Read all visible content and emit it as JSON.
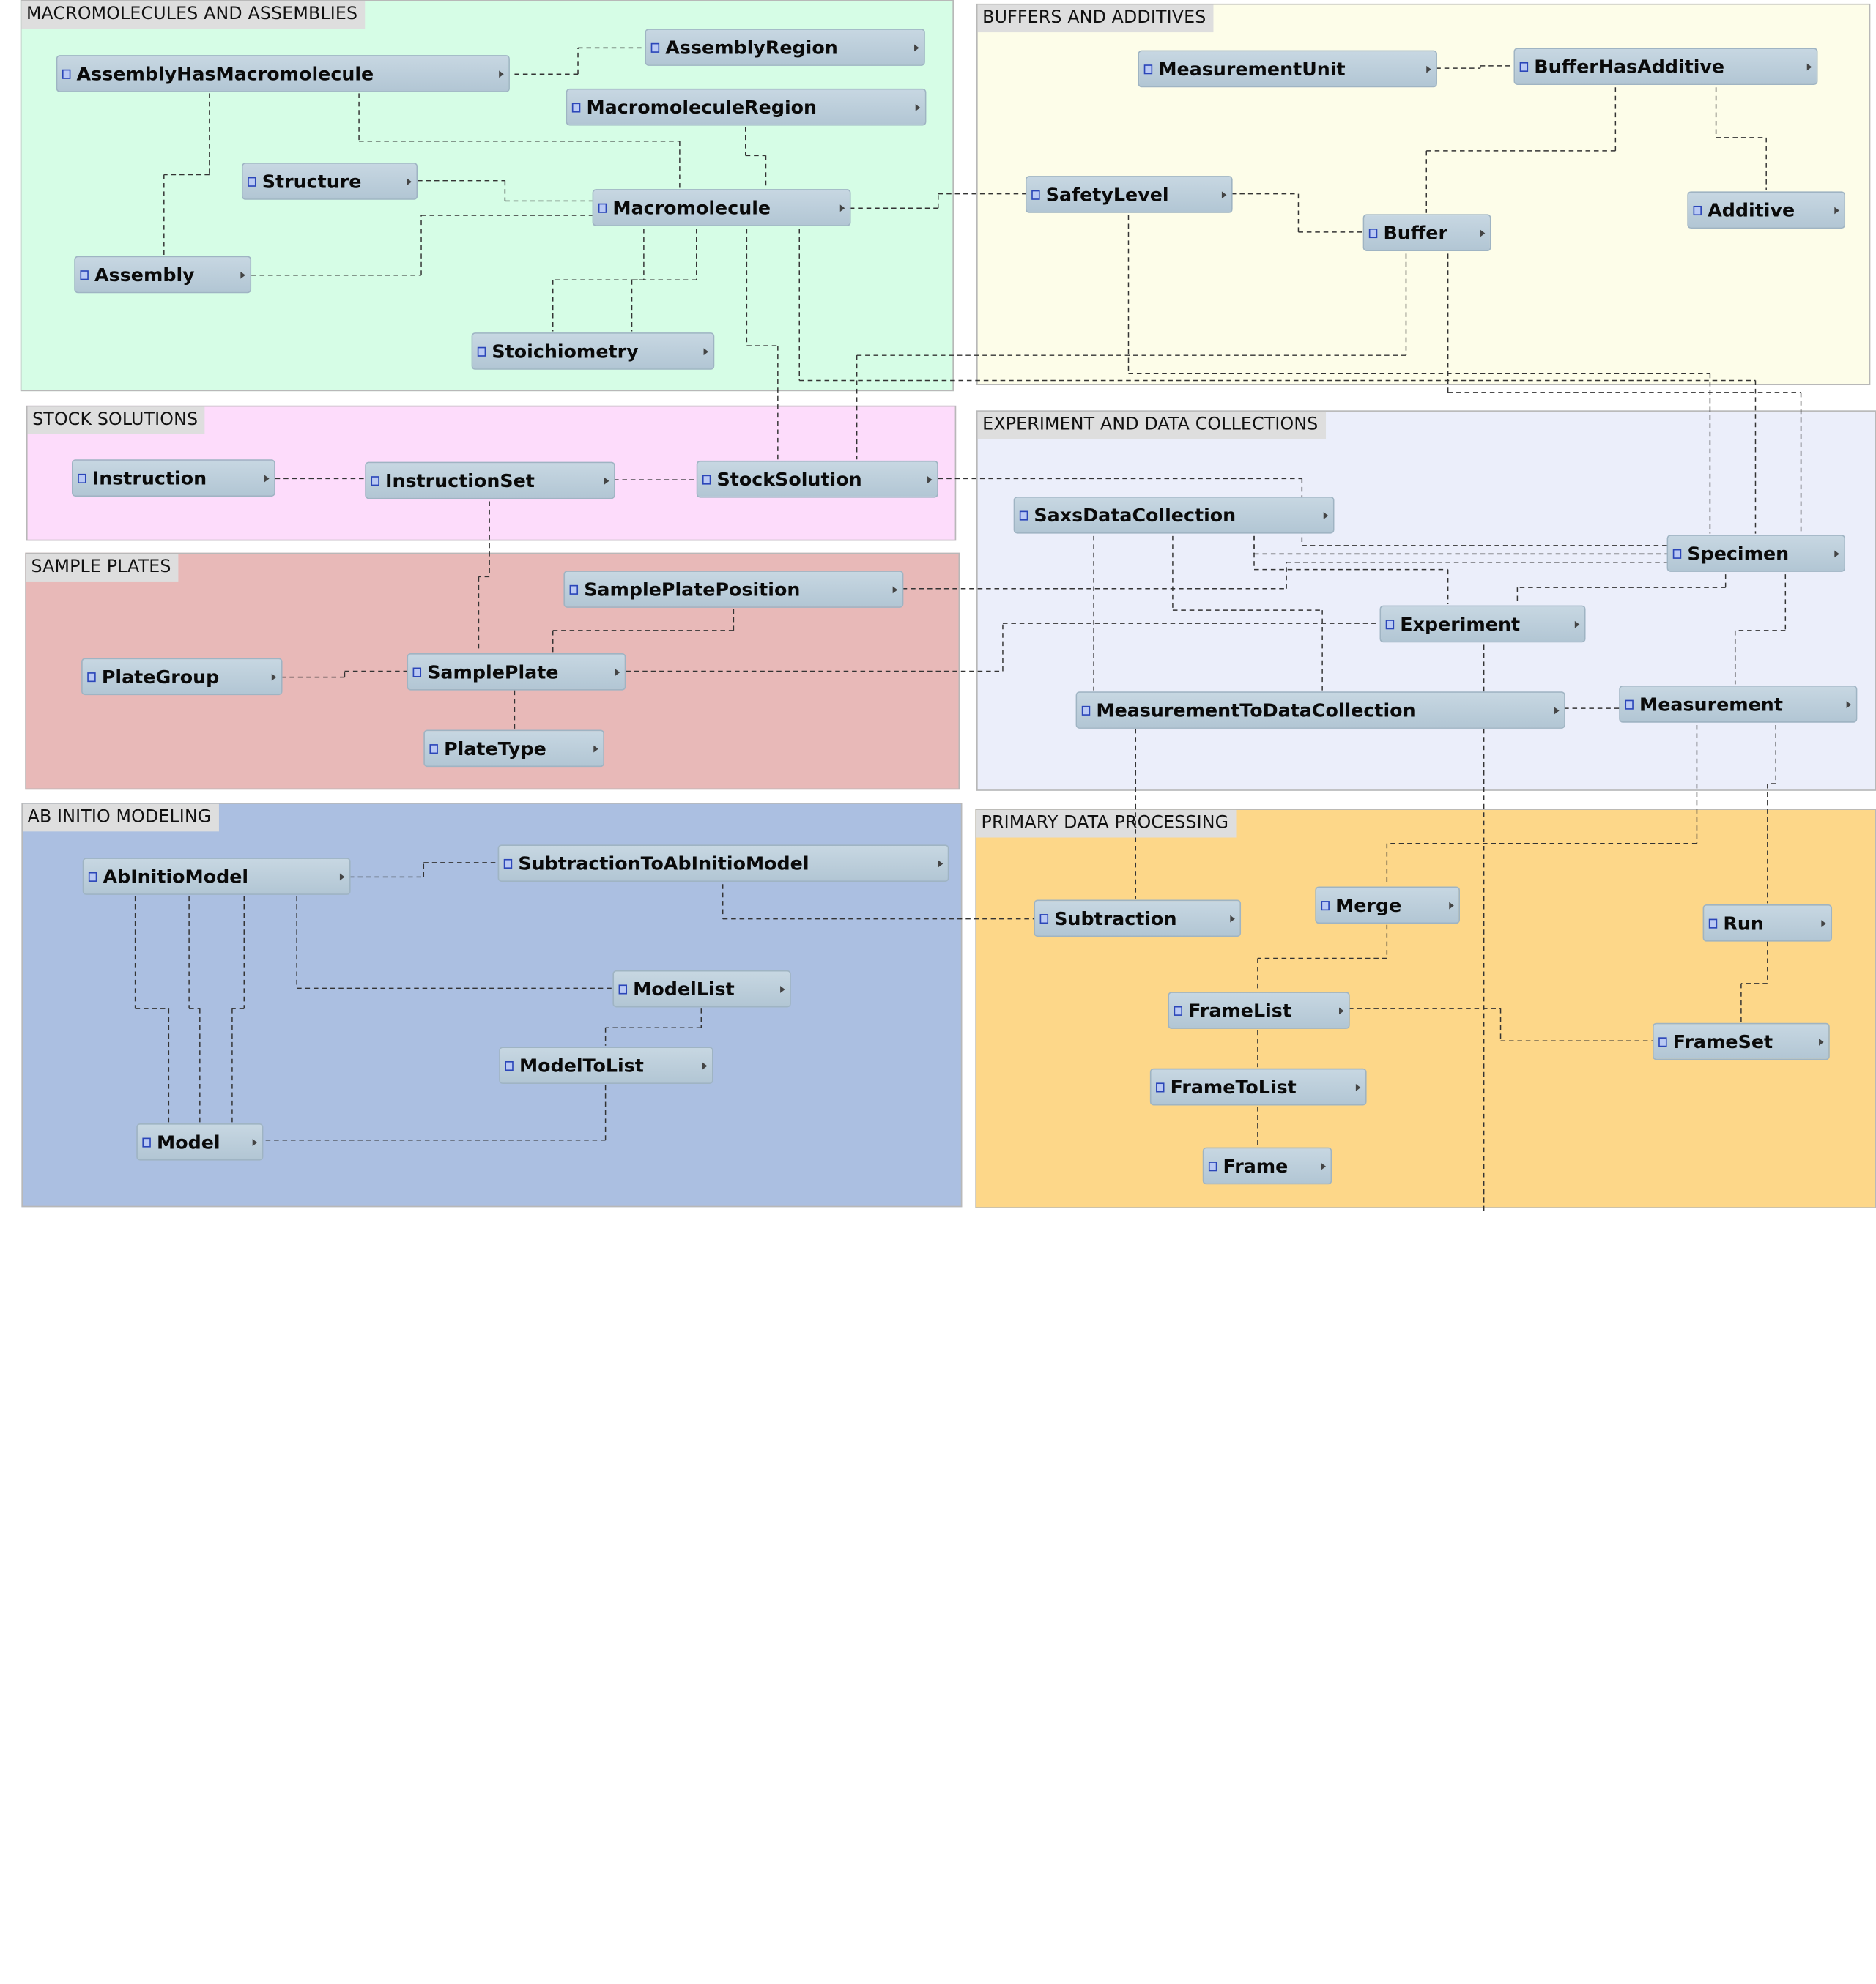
{
  "colors": {
    "macromolecules": "#d6fde6",
    "buffers": "#fdfde9",
    "stock_solutions": "#fddcfb",
    "experiment": "#ebeefa",
    "sample_plates": "#e8b9b8",
    "ab_initio": "#abbfe1",
    "primary_processing": "#fdd789",
    "entity_fill": "#bccfdc",
    "connector": "#333333"
  },
  "groups": {
    "macromolecules": "MACROMOLECULES AND ASSEMBLIES",
    "buffers": "BUFFERS AND ADDITIVES",
    "stock_solutions": "STOCK SOLUTIONS",
    "experiment": "EXPERIMENT AND DATA COLLECTIONS",
    "sample_plates": "SAMPLE PLATES",
    "ab_initio": "AB INITIO MODELING",
    "primary_processing": "PRIMARY DATA PROCESSING"
  },
  "entities": {
    "assembly_has_macromolecule": "AssemblyHasMacromolecule",
    "assembly_region": "AssemblyRegion",
    "macromolecule_region": "MacromoleculeRegion",
    "structure": "Structure",
    "macromolecule": "Macromolecule",
    "assembly": "Assembly",
    "stoichiometry": "Stoichiometry",
    "measurement_unit": "MeasurementUnit",
    "buffer_has_additive": "BufferHasAdditive",
    "safety_level": "SafetyLevel",
    "buffer": "Buffer",
    "additive": "Additive",
    "instruction": "Instruction",
    "instruction_set": "InstructionSet",
    "stock_solution": "StockSolution",
    "saxs_data_collection": "SaxsDataCollection",
    "specimen": "Specimen",
    "experiment": "Experiment",
    "measurement_to_data_collection": "MeasurementToDataCollection",
    "measurement": "Measurement",
    "sample_plate_position": "SamplePlatePosition",
    "plate_group": "PlateGroup",
    "sample_plate": "SamplePlate",
    "plate_type": "PlateType",
    "ab_initio_model": "AbInitioModel",
    "subtraction_to_ab_initio_model": "SubtractionToAbInitioModel",
    "model_list": "ModelList",
    "model_to_list": "ModelToList",
    "model": "Model",
    "subtraction": "Subtraction",
    "merge": "Merge",
    "run": "Run",
    "frame_list": "FrameList",
    "frame_set": "FrameSet",
    "frame_to_list": "FrameToList",
    "frame": "Frame"
  }
}
